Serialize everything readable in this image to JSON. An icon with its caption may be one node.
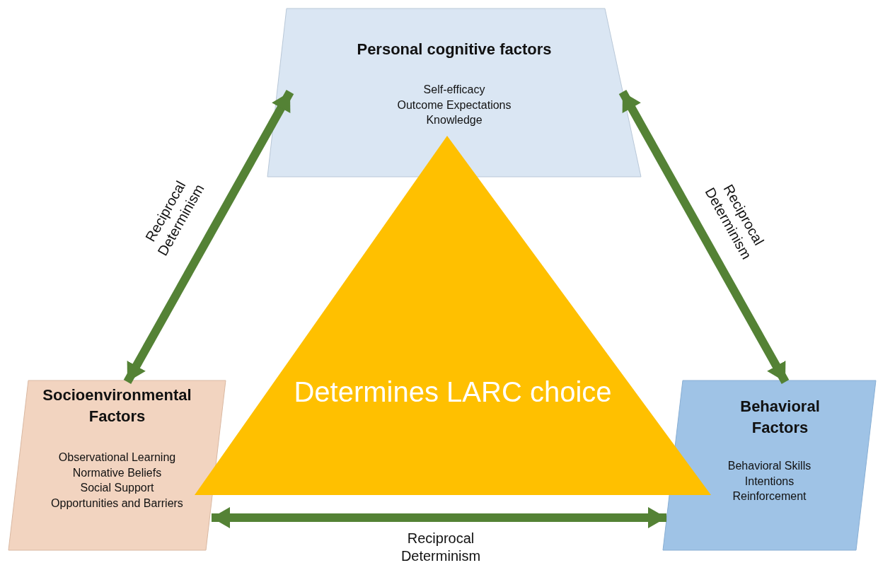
{
  "diagram": {
    "nodes": [
      {
        "text": [
          "Personal cognitive factors",
          "Self-efficacy",
          "Outcome Expectations",
          "Knowledge"
        ]
      },
      {
        "text": [
          "Socioenvironmental Factors",
          "Observational Learning",
          "Normative Beliefs",
          "Social Support",
          "Opportunities and Barriers"
        ]
      },
      {
        "text": [
          "Behavioral Factors",
          "Behavioral Skills",
          "Intentions",
          "Reinforcement"
        ]
      },
      {
        "text": [
          "Determines LARC choice"
        ]
      }
    ],
    "edges": [
      {
        "from": 0,
        "to": 1,
        "arrow": "both",
        "label": "Reciprocal Determinism"
      },
      {
        "from": 0,
        "to": 2,
        "arrow": "both",
        "label": "Reciprocal Determinism"
      },
      {
        "from": 1,
        "to": 2,
        "arrow": "both",
        "label": "Reciprocal Determinism"
      }
    ]
  }
}
